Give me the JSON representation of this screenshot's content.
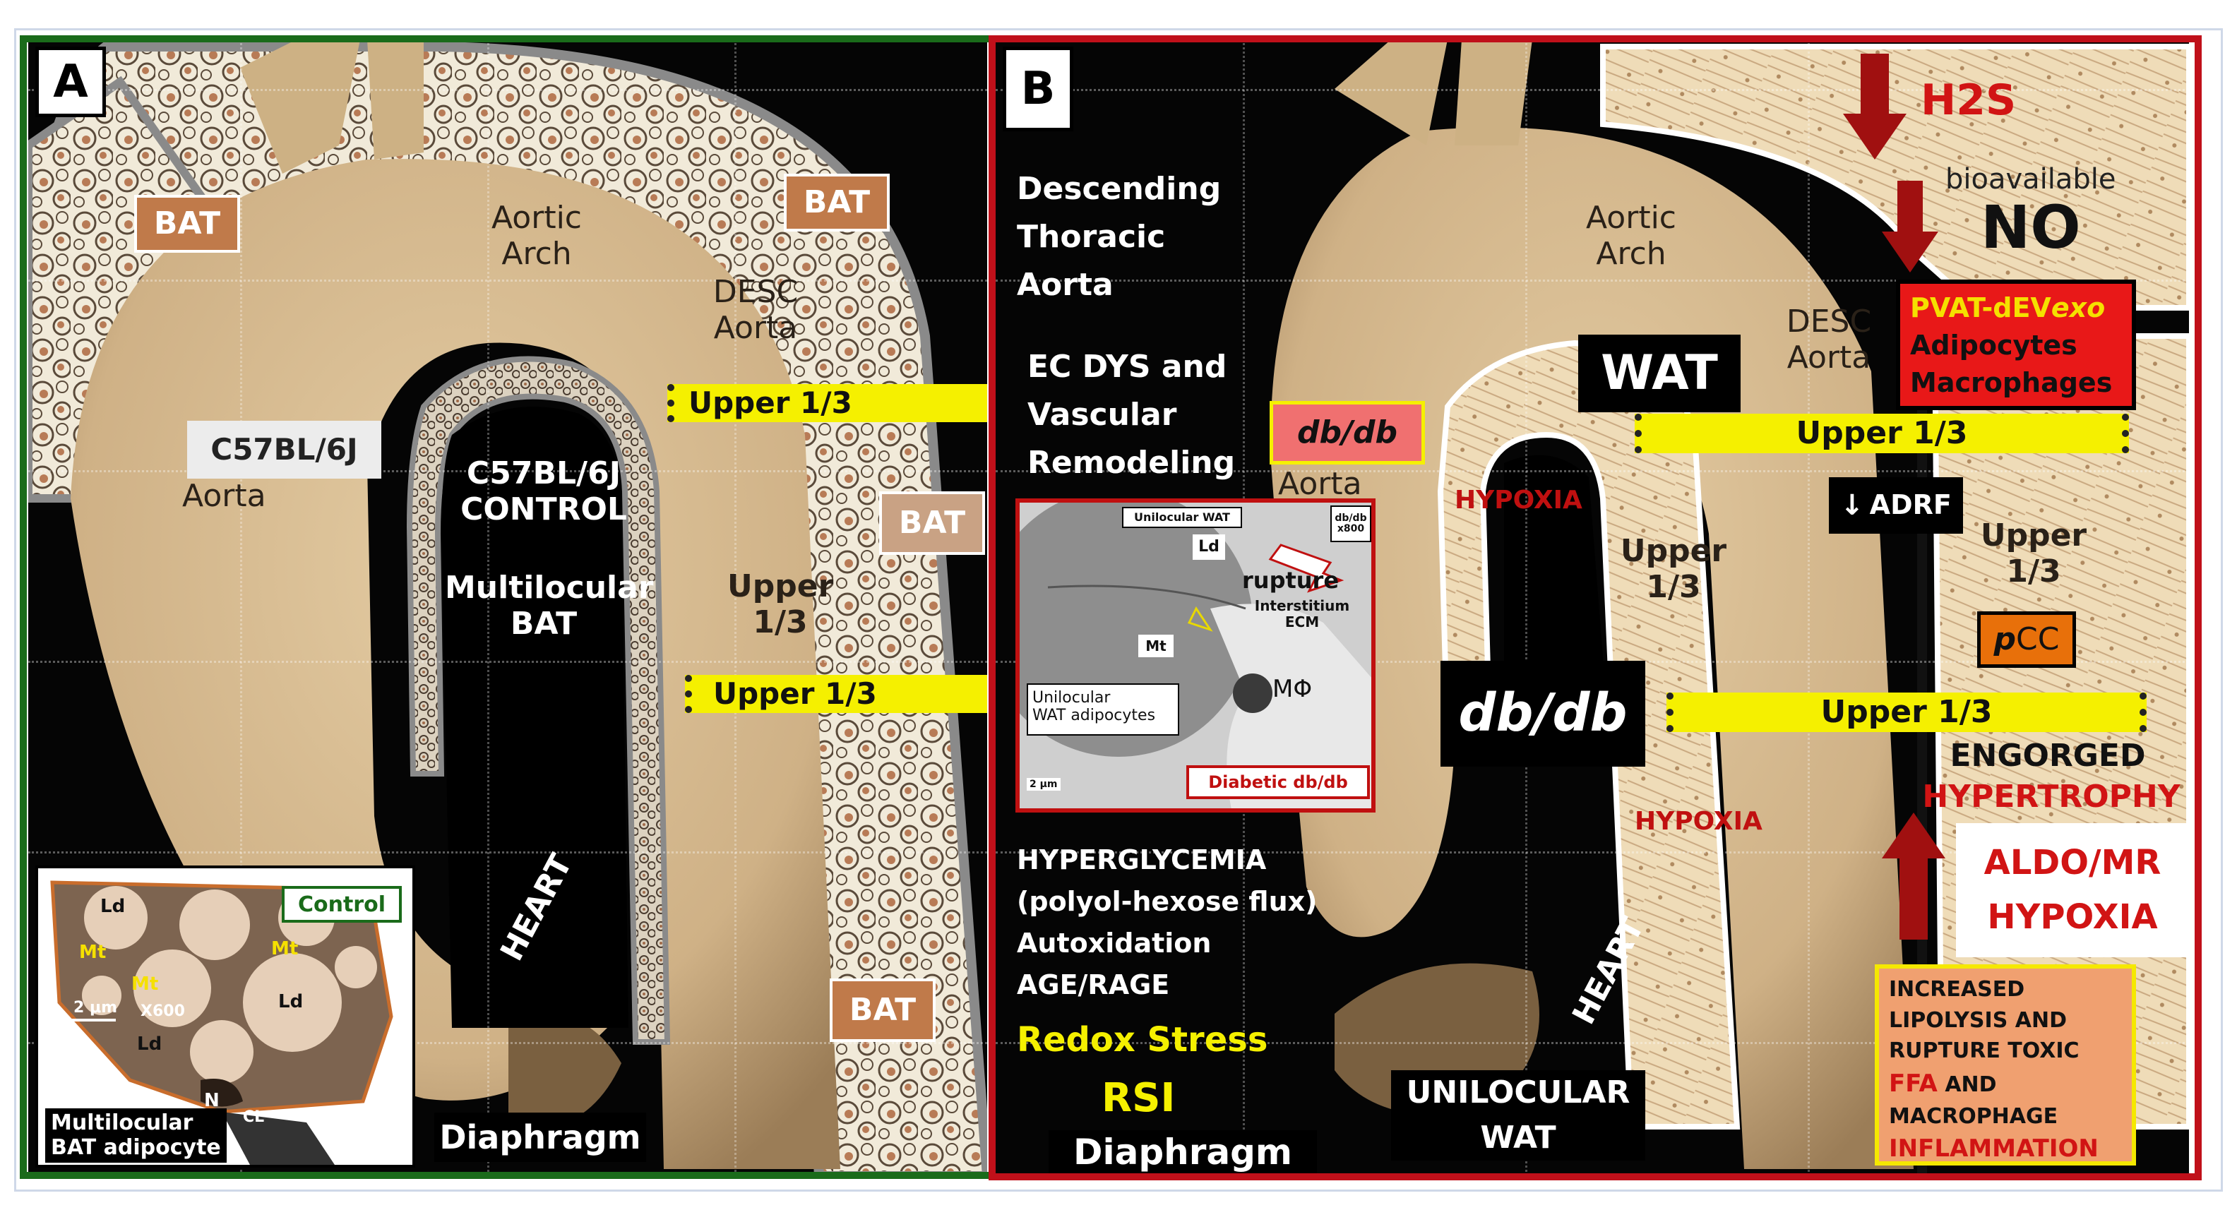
{
  "panel_a": {
    "letter": "A",
    "bat_1": "BAT",
    "bat_2": "BAT",
    "bat_3": "BAT",
    "bat_4": "BAT",
    "aortic_arch_1": "Aortic",
    "aortic_arch_2": "Arch",
    "desc_aorta_1": "DESC",
    "desc_aorta_2": "Aorta",
    "upper_third_top": "Upper 1/3",
    "upper_third_mid_1": "Upper",
    "upper_third_mid_2": "1/3",
    "upper_third_bottom": "Upper 1/3",
    "strain_box": "C57BL/6J",
    "aorta_label": "Aorta",
    "control_1": "C57BL/6J",
    "control_2": "CONTROL",
    "multilocular_1": "Multilocular",
    "multilocular_2": "BAT",
    "heart": "HEART",
    "diaphragm": "Diaphragm",
    "inset": {
      "control_tag": "Control",
      "ld_1": "Ld",
      "ld_2": "Ld",
      "ld_3": "Ld",
      "mt_1": "Mt",
      "mt_2": "Mt",
      "mt_3": "Mt",
      "scale": "2 μm",
      "mag": "X600",
      "n": "N",
      "cl": "CL",
      "caption_1": "Multilocular",
      "caption_2": "BAT adipocyte"
    }
  },
  "panel_b": {
    "letter": "B",
    "desc_thoracic_1": "Descending",
    "desc_thoracic_2": "Thoracic",
    "desc_thoracic_3": "Aorta",
    "ec_dys_1": "EC DYS and",
    "ec_dys_2": "Vascular",
    "ec_dys_3": "Remodeling",
    "dbdb_box": "db/db",
    "aorta_label": "Aorta",
    "aortic_arch_1": "Aortic",
    "aortic_arch_2": "Arch",
    "desc_aorta_1": "DESC",
    "desc_aorta_2": "Aorta",
    "wat": "WAT",
    "h2s": "H2S",
    "bioavailable": "bioavailable",
    "no": "NO",
    "pvat_1_a": "PVAT-dEV",
    "pvat_1_b": "exo",
    "pvat_2": "Adipocytes",
    "pvat_3": "Macrophages",
    "upper_third_top": "Upper 1/3",
    "hypoxia_1": "HYPOXIA",
    "hypoxia_2": "HYPOXIA",
    "upper_left_1": "Upper",
    "upper_left_2": "1/3",
    "adrf": "ADRF",
    "upper_right_1": "Upper",
    "upper_right_2": "1/3",
    "pcc_p": "p",
    "pcc_rest": "CC",
    "dbdb_big": "db/db",
    "upper_third_bottom": "Upper 1/3",
    "engorged": "ENGORGED",
    "hypertrophy": "HYPERTROPHY",
    "aldo_mr": "ALDO/MR",
    "hypoxia_3": "HYPOXIA",
    "micro": {
      "unilocular_wat": "Unilocular WAT",
      "dbdb_small": "db/db",
      "mag": "x800",
      "ld": "Ld",
      "rupture": "rupture",
      "interstitium": "Interstitium",
      "ecm": "ECM",
      "mt": "Mt",
      "mphi": "MΦ",
      "unilocular_1": "Unilocular",
      "unilocular_2": "WAT adipocytes",
      "scale": "2 μm",
      "diabetic": "Diabetic db/db"
    },
    "hyperglycemia": "HYPERGLYCEMIA",
    "polyol": "(polyol-hexose flux)",
    "autoxidation": "Autoxidation",
    "age_rage": "AGE/RAGE",
    "redox": "Redox Stress",
    "rsi": "RSI",
    "diaphragm": "Diaphragm",
    "heart": "HEART",
    "unilocular_wat_1": "UNILOCULAR",
    "unilocular_wat_2": "WAT",
    "increased_1": "INCREASED",
    "increased_2": "LIPOLYSIS AND",
    "increased_3": "RUPTURE TOXIC",
    "ffa": "FFA",
    "ffa_and": " AND",
    "increased_5": "MACROPHAGE",
    "inflammation": "INFLAMMATION"
  },
  "colors": {
    "panel_a_border": "#1a6b1a",
    "panel_b_border": "#c0101a",
    "aorta": "#d7bd93",
    "bat_box": "#c07a4a",
    "yellow": "#f5f000",
    "red": "#d11414",
    "wat_tissue": "#efdcb8"
  }
}
